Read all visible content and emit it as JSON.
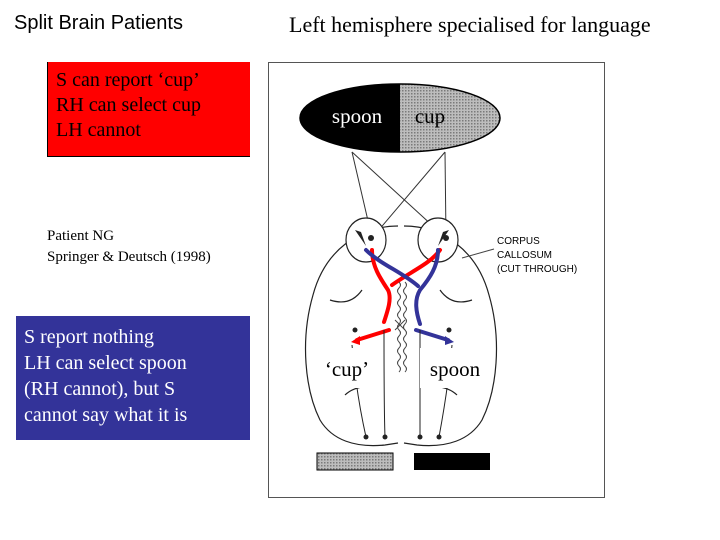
{
  "titles": {
    "left": "Split Brain Patients",
    "right": "Left hemisphere specialised for language"
  },
  "red_box": {
    "lines": [
      "S can report ‘cup’",
      "RH can select cup",
      "LH cannot"
    ],
    "color": "#ff0000"
  },
  "patient": {
    "lines": [
      "Patient NG",
      "Springer & Deutsch (1998)"
    ]
  },
  "blue_box": {
    "lines": [
      "S report nothing",
      "LH can select spoon",
      "(RH cannot), but S",
      "cannot say what it is"
    ],
    "color": "#333399"
  },
  "diagram": {
    "visual_field_left": "spoon",
    "visual_field_right": "cup",
    "label_left": "‘cup’",
    "label_right": "spoon",
    "corpus_callosum_label": [
      "CORPUS",
      "CALLOSUM",
      "(CUT THROUGH)"
    ],
    "pathway_colors": {
      "right_hemisphere": "#ff0000",
      "left_hemisphere": "#333399"
    }
  }
}
